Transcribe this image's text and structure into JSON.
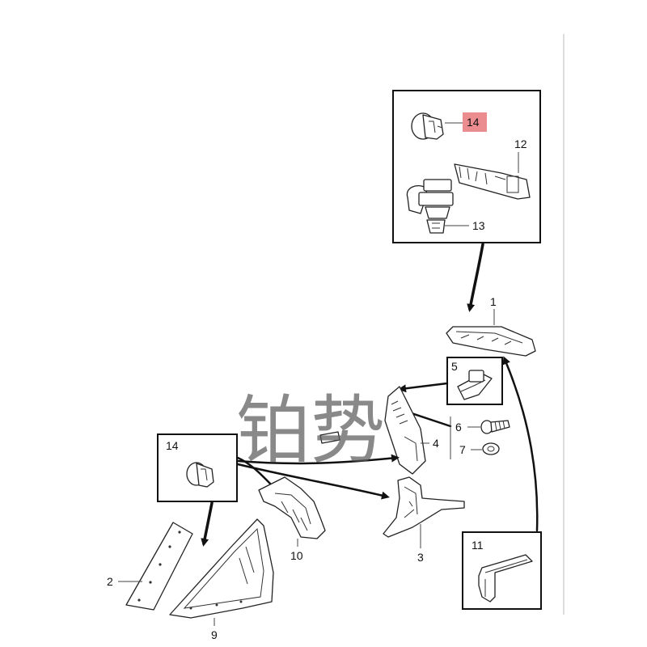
{
  "watermark": "铂势",
  "callouts": {
    "c14_top": "14",
    "c12": "12",
    "c13": "13",
    "c1": "1",
    "c5": "5",
    "c6": "6",
    "c7": "7",
    "c4": "4",
    "c14_left": "14",
    "c10": "10",
    "c3": "3",
    "c2": "2",
    "c9": "9",
    "c11": "11"
  },
  "colors": {
    "highlight": "#e8787c",
    "line": "#111111"
  }
}
